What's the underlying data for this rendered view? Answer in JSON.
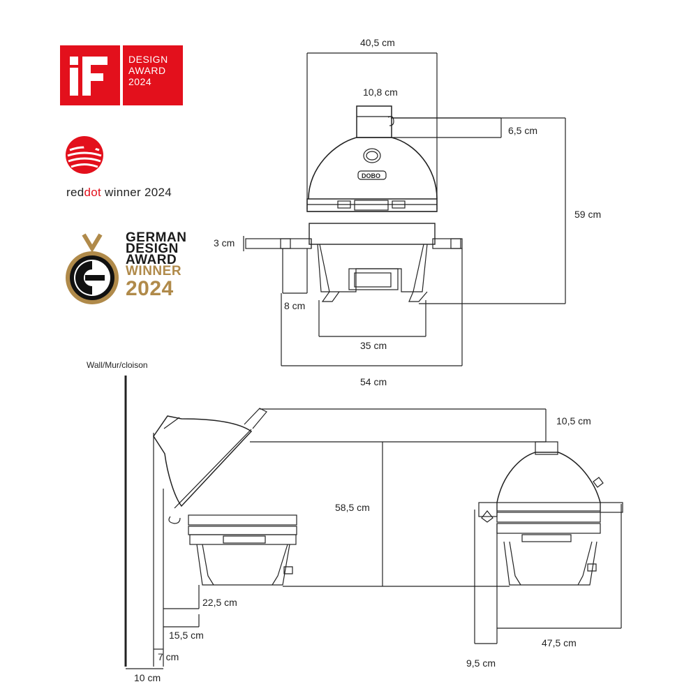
{
  "awards": {
    "if_design": {
      "line1": "DESIGN",
      "line2": "AWARD",
      "line3": "2024",
      "brand_color": "#e3101c"
    },
    "reddot": {
      "part1": "red",
      "part2": "dot",
      "part3": " winner 2024"
    },
    "german_design": {
      "line1": "GERMAN",
      "line2": "DESIGN",
      "line3": "AWARD",
      "line4": "WINNER",
      "line5": "2024",
      "gold_color": "#b08a4a"
    }
  },
  "front_view": {
    "width_top": "40,5 cm",
    "chimney_width": "10,8 cm",
    "chimney_height": "6,5 cm",
    "total_height": "59 cm",
    "shelf_thickness": "3 cm",
    "leg_height": "8 cm",
    "base_width": "35 cm",
    "total_width": "54 cm"
  },
  "side_view": {
    "wall_label": "Wall/Mur/cloison",
    "lid_rise": "10,5 cm",
    "lid_height": "58,5 cm",
    "dist_a": "22,5 cm",
    "dist_b": "15,5 cm",
    "dist_c": "7 cm",
    "dist_d": "10 cm",
    "shelf_depth": "47,5 cm",
    "leg_offset": "9,5 cm"
  }
}
